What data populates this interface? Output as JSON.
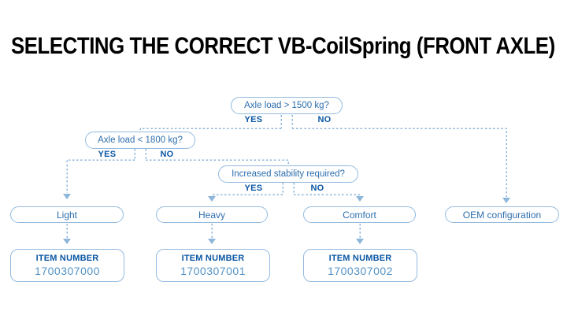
{
  "title": "SELECTING THE CORRECT VB-CoilSpring (FRONT AXLE)",
  "colors": {
    "title_text": "#000000",
    "question_text": "#2e6fad",
    "yes_no_text": "#0b57a4",
    "box_border": "#93bade",
    "connector_line": "#8db6da",
    "item_label_text": "#0b57a4",
    "item_number_text": "#5493c6",
    "background": "#ffffff"
  },
  "flowchart": {
    "decisions": [
      {
        "question": "Axle load > 1500 kg?",
        "yes": "YES",
        "no": "NO"
      },
      {
        "question": "Axle load < 1800 kg?",
        "yes": "YES",
        "no": "NO"
      },
      {
        "question": "Increased stability required?",
        "yes": "YES",
        "no": "NO"
      }
    ],
    "outcomes": [
      {
        "label": "Light",
        "item": {
          "label": "ITEM NUMBER",
          "number": "1700307000"
        }
      },
      {
        "label": "Heavy",
        "item": {
          "label": "ITEM NUMBER",
          "number": "1700307001"
        }
      },
      {
        "label": "Comfort",
        "item": {
          "label": "ITEM NUMBER",
          "number": "1700307002"
        }
      },
      {
        "label": "OEM configuration"
      }
    ]
  }
}
